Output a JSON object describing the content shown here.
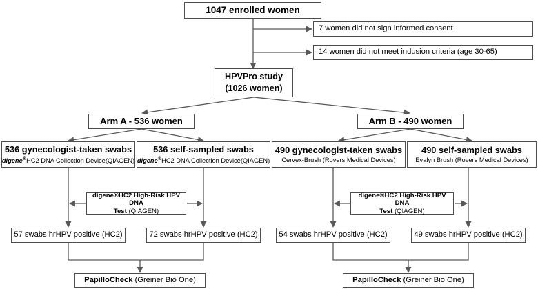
{
  "diagram": {
    "type": "flowchart",
    "title": "HPVPro study participant flow diagram",
    "nodes": {
      "enrolled": {
        "title": "1047 enrolled women"
      },
      "exclusion_1": {
        "title": "7 women did not sign informed consent"
      },
      "exclusion_2": {
        "title": "14 women did not meet indusion criteria (age 30-65)"
      },
      "study": {
        "line1": "HPVPro study",
        "line2": "(1026 women)"
      },
      "arm_a": {
        "title": "Arm A - 536 women"
      },
      "arm_b": {
        "title": "Arm B - 490 women"
      },
      "arm_a_swab_1": {
        "title": "536 gynecologist-taken swabs",
        "sub_brand": "digene",
        "sub_sup": "®",
        "sub_rest": "HC2 DNA Collection Device(QIAGEN)"
      },
      "arm_a_swab_2": {
        "title": "536 self-sampled swabs",
        "sub_brand": "digene",
        "sub_sup": "®",
        "sub_rest": "HC2 DNA Collection Device(QIAGEN)"
      },
      "arm_b_swab_1": {
        "title": "490 gynecologist-taken swabs",
        "sub_plain": "Cervex-Brush (Rovers Medical Devices)"
      },
      "arm_b_swab_2": {
        "title": "490 self-sampled swabs",
        "sub_plain": "Evalyn Brush (Rovers Medical Devices)"
      },
      "test_a": {
        "brand": "digene",
        "sup": "®",
        "line1_rest": "HC2 High-Risk HPV DNA",
        "line2_bold": "Test",
        "line2_rest": " (QIAGEN)"
      },
      "test_b": {
        "brand": "digene",
        "sup": "®",
        "line1_rest": "HC2 High-Risk HPV DNA",
        "line2_bold": "Test",
        "line2_rest": " (QIAGEN)"
      },
      "positive_a1": {
        "title": "57 swabs hrHPV positive (HC2)"
      },
      "positive_a2": {
        "title": "72 swabs hrHPV positive (HC2)"
      },
      "positive_b1": {
        "title": "54 swabs hrHPV positive (HC2)"
      },
      "positive_b2": {
        "title": "49 swabs hrHPV positive (HC2)"
      },
      "papillocheck_a": {
        "bold": "PapilloCheck",
        "rest": " (Greiner Bio One)"
      },
      "papillocheck_b": {
        "bold": "PapilloCheck",
        "rest": " (Greiner Bio One)"
      }
    },
    "colors": {
      "box_border": "#4d4d4d",
      "box_fill": "#ffffff",
      "connector": "#595959",
      "text": "#000000"
    }
  }
}
